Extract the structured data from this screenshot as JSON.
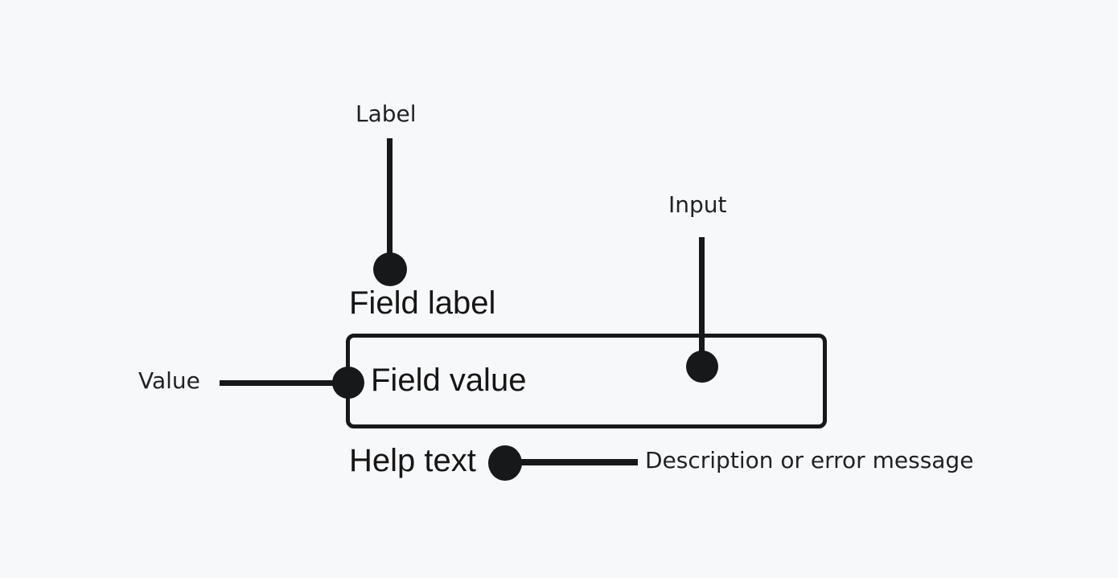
{
  "palette": {
    "background": "#f7f8fa",
    "ink": "#17181a",
    "annotation_text": "#1f2124",
    "ui_text": "#161616"
  },
  "diagram": {
    "title_context": "form field anatomy",
    "annotations": {
      "label": "Label",
      "input": "Input",
      "value": "Value",
      "help": "Description or error message"
    },
    "field": {
      "label": "Field label",
      "value": "Field value",
      "help_text": "Help text"
    }
  }
}
